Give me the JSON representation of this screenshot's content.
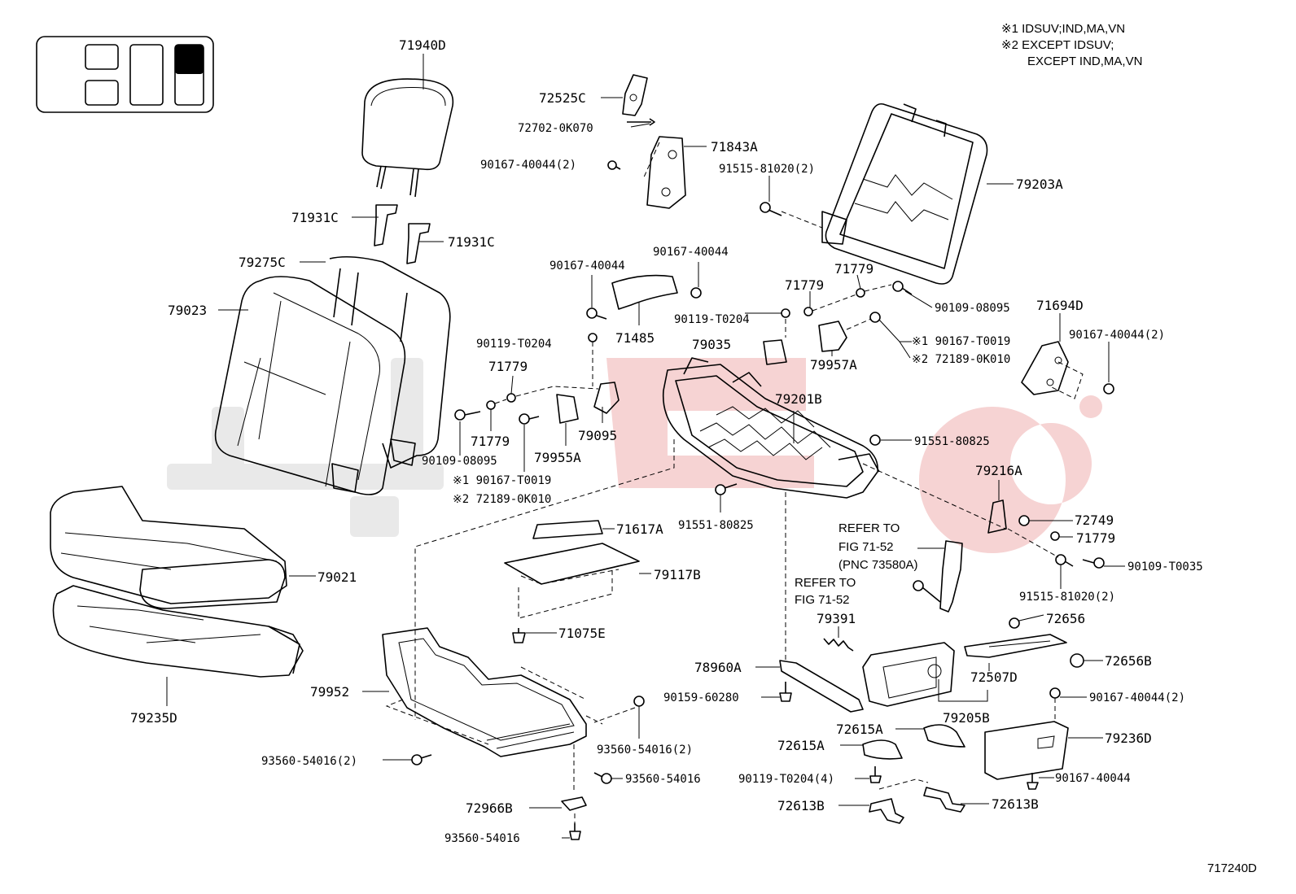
{
  "notes": {
    "note1": "※1 IDSUV;IND,MA,VN",
    "note2a": "※2 EXCEPT IDSUV;",
    "note2b": "EXCEPT IND,MA,VN"
  },
  "figure_id": "717240D",
  "labels": {
    "l71940D": "71940D",
    "l72525C": "72525C",
    "l72702": "72702-0K070",
    "l71843A": "71843A",
    "l90167a": "90167-40044(2)",
    "l91515a": "91515-81020(2)",
    "l79203A": "79203A",
    "l71931C_a": "71931C",
    "l71931C_b": "71931C",
    "l79275C": "79275C",
    "l79023": "79023",
    "l90167b": "90167-40044",
    "l90167c": "90167-40044",
    "l71485": "71485",
    "l90119a": "90119-T0204",
    "l90119b": "90119-T0204",
    "l71779a": "71779",
    "l71779b": "71779",
    "l71779c": "71779",
    "l71779d": "71779",
    "l71779e": "71779",
    "l90109a": "90109-08095",
    "l90109b": "90109-08095",
    "l79035": "79035",
    "l79957A": "79957A",
    "l71694D": "71694D",
    "l90167d": "90167-40044(2)",
    "l79095": "79095",
    "l79955A": "79955A",
    "l79201B": "79201B",
    "l91551a": "91551-80825",
    "l91551b": "91551-80825",
    "l90167_t1": "※1 90167-T0019",
    "l72189_1": "※2 72189-0K010",
    "l90167_t2": "※1 90167-T0019",
    "l72189_2": "※2 72189-0K010",
    "l79216A": "79216A",
    "l71617A": "71617A",
    "l72749": "72749",
    "l79117B": "79117B",
    "l90109_t": "90109-T0035",
    "l91515b": "91515-81020(2)",
    "l79021": "79021",
    "l71075E": "71075E",
    "l79391": "79391",
    "l72656": "72656",
    "l72656B": "72656B",
    "l78960A": "78960A",
    "l72507D": "72507D",
    "l79952": "79952",
    "l90159": "90159-60280",
    "l79205B": "79205B",
    "l90167e": "90167-40044(2)",
    "l79235D": "79235D",
    "l72615A_a": "72615A",
    "l72615A_b": "72615A",
    "l79236D": "79236D",
    "l93560a": "93560-54016(2)",
    "l93560b": "93560-54016(2)",
    "l93560c": "93560-54016",
    "l90119c": "90119-T0204(4)",
    "l90167f": "90167-40044",
    "l72966B": "72966B",
    "l72613B_a": "72613B",
    "l72613B_b": "72613B",
    "l93560d": "93560-54016"
  },
  "refs": {
    "ref1_a": "REFER TO",
    "ref1_b": "FIG 71-52",
    "ref1_c": "(PNC 73580A)",
    "ref2_a": "REFER TO",
    "ref2_b": "FIG 71-52"
  }
}
